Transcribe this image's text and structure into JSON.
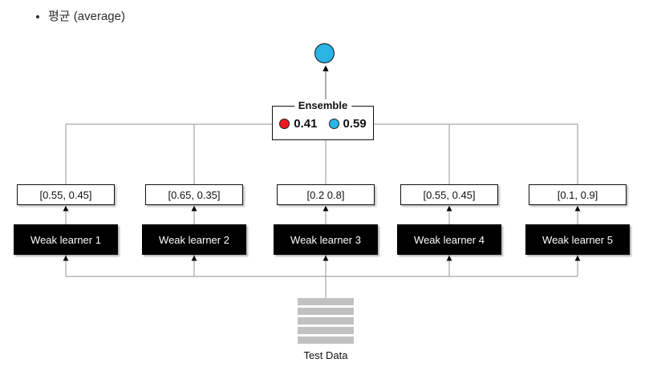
{
  "page": {
    "bullet_label": "평균 (average)"
  },
  "diagram": {
    "ensemble": {
      "title": "Ensemble",
      "classes": [
        {
          "name": "class-red",
          "color": "#ed1c24",
          "value": "0.41"
        },
        {
          "name": "class-blue",
          "color": "#29b4e4",
          "value": "0.59"
        }
      ]
    },
    "final_prediction": {
      "shape": "circle",
      "color": "#29b4e4"
    },
    "learners": [
      {
        "label": "Weak learner 1",
        "prediction": "[0.55, 0.45]"
      },
      {
        "label": "Weak learner 2",
        "prediction": "[0.65, 0.35]"
      },
      {
        "label": "Weak learner 3",
        "prediction": "[0.2 0.8]"
      },
      {
        "label": "Weak learner 4",
        "prediction": "[0.55, 0.45]"
      },
      {
        "label": "Weak learner 5",
        "prediction": "[0.1, 0.9]"
      }
    ],
    "test_data": {
      "label": "Test Data",
      "rows": 5
    }
  },
  "colors": {
    "class_red": "#ed1c24",
    "class_blue": "#29b4e4",
    "connector_gray": "#a6a6a6",
    "learner_box_bg": "#000000",
    "test_data_bar": "#c1c1c1"
  }
}
